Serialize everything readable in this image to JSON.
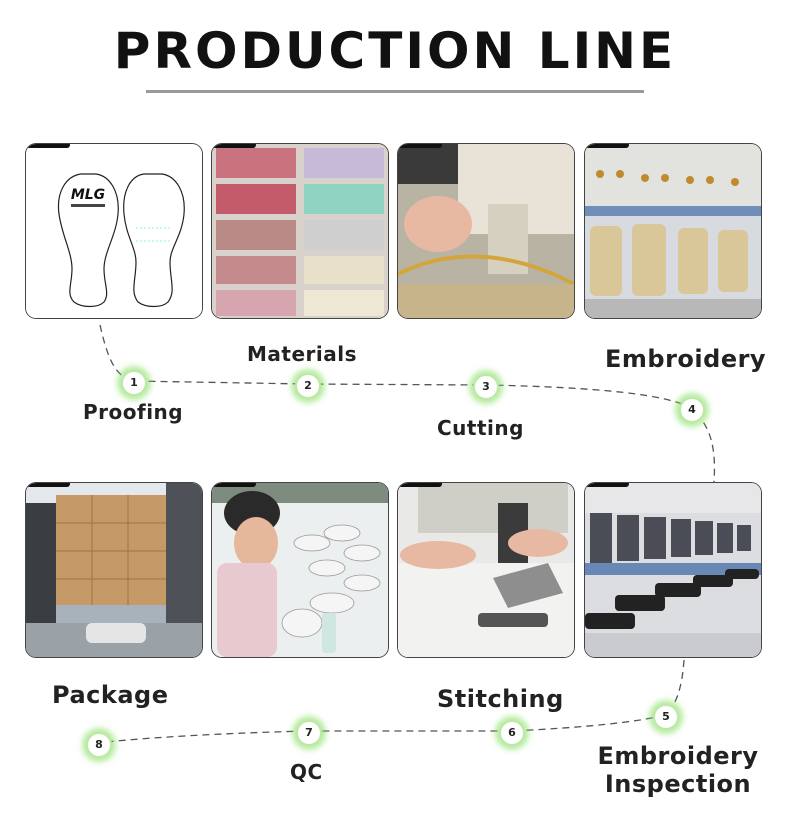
{
  "title": "PRODUCTION LINE",
  "steps": [
    {
      "num": "1",
      "label": "Proofing"
    },
    {
      "num": "2",
      "label": "Materials"
    },
    {
      "num": "3",
      "label": "Cutting"
    },
    {
      "num": "4",
      "label": "Embroidery"
    },
    {
      "num": "5",
      "label": "Embroidery Inspection"
    },
    {
      "num": "6",
      "label": "Stitching"
    },
    {
      "num": "7",
      "label": "QC"
    },
    {
      "num": "8",
      "label": "Package"
    }
  ],
  "logo_text": "MLG",
  "colors": {
    "node_glow": "#78dc50",
    "path": "#555555"
  }
}
